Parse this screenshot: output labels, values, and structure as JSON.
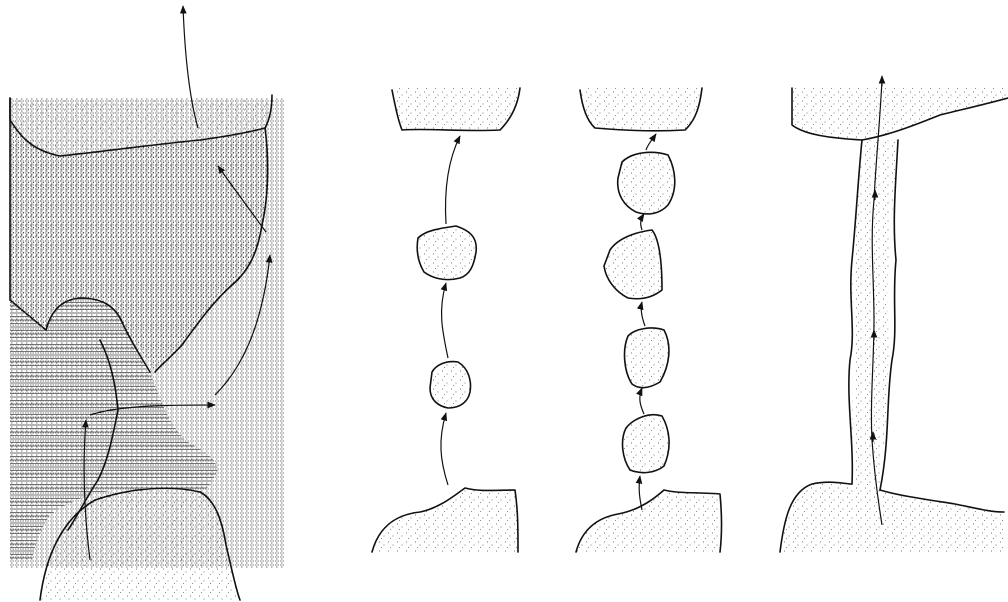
{
  "figure": {
    "panels": [
      {
        "id": "contact-zone",
        "caption": ""
      },
      {
        "id": "two-isolated-blobs",
        "caption": ""
      },
      {
        "id": "four-blobs",
        "caption": ""
      },
      {
        "id": "continuous-channel",
        "caption": ""
      }
    ],
    "colors": {
      "ink": "#111111",
      "paper": "#ffffff",
      "speckle": "#555555",
      "hatch": "#777777"
    }
  }
}
